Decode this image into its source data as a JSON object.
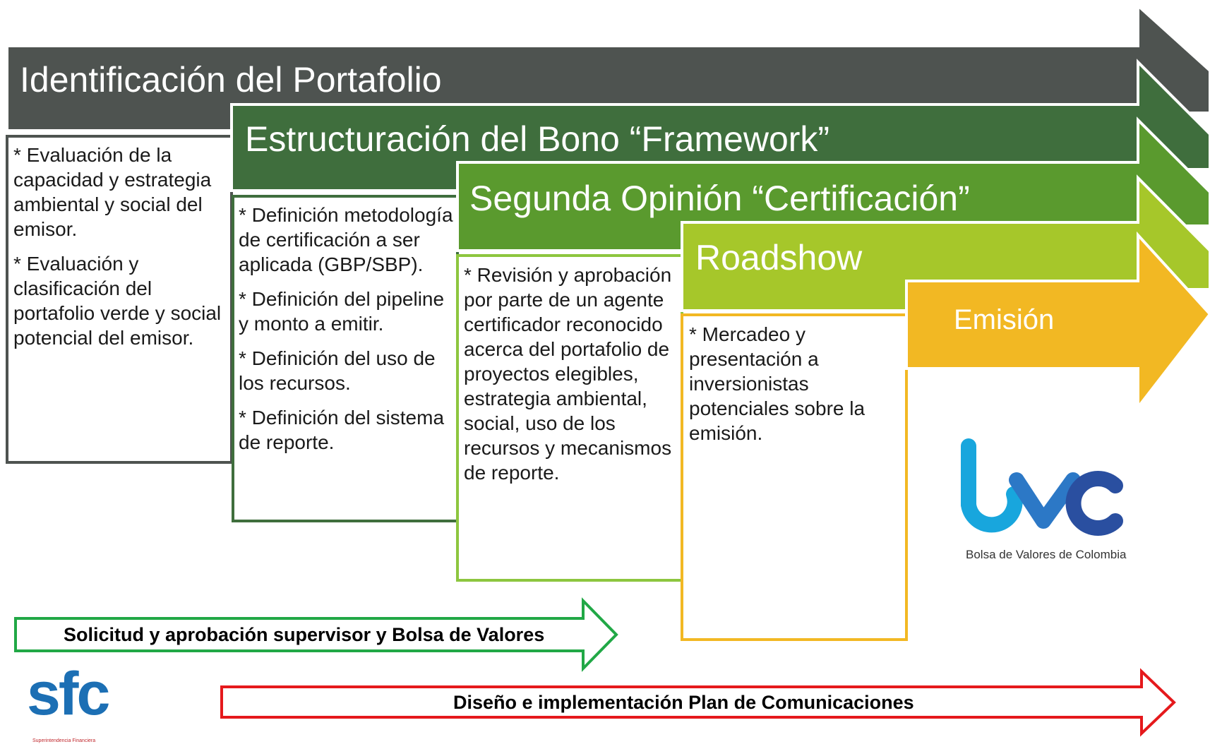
{
  "stages": [
    {
      "title": "Identificación del Portafolio",
      "color": "#4e5350",
      "items": [
        "* Evaluación de la capacidad y estrategia ambiental y social del emisor.",
        "* Evaluación y clasificación del portafolio verde y social potencial del emisor."
      ]
    },
    {
      "title": "Estructuración del Bono “Framework”",
      "color": "#3f6e3d",
      "items": [
        "* Definición metodología de certificación a ser aplicada (GBP/SBP).",
        "* Definición del pipeline y monto a emitir.",
        "* Definición del uso de los recursos.",
        "* Definición del sistema de reporte."
      ]
    },
    {
      "title": "Segunda Opinión “Certificación”",
      "color": "#5a9a2e",
      "items": [
        "* Revisión y aprobación por parte de un agente certificador reconocido acerca del portafolio de proyectos elegibles, estrategia ambiental, social, uso de los recursos y mecanismos de reporte."
      ]
    },
    {
      "title": "Roadshow",
      "color": "#a6c72a",
      "items": [
        "* Mercadeo y presentación a inversionistas potenciales sobre la emisión."
      ]
    },
    {
      "title": "Emisión",
      "color": "#f2b823",
      "items": []
    }
  ],
  "banners": {
    "supervisor": {
      "label": "Solicitud y aprobación supervisor y Bolsa de Valores",
      "color": "#21a846"
    },
    "communications": {
      "label": "Diseño e implementación Plan de Comunicaciones",
      "color": "#e5191c"
    }
  },
  "logos": {
    "bvc": {
      "mark": "bvc",
      "caption": "Bolsa de Valores de Colombia",
      "color": "#1f8fd6"
    },
    "sfc": {
      "mark": "sfc",
      "caption": "Superintendencia Financiera",
      "color": "#1c6fb4"
    }
  }
}
